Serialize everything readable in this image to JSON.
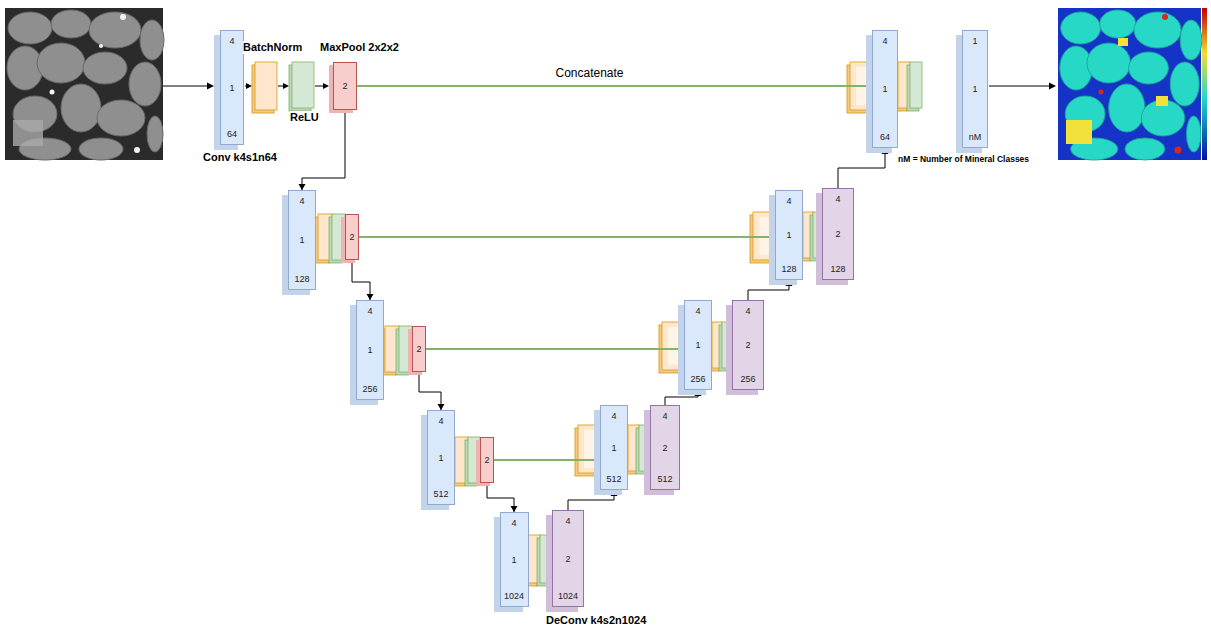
{
  "diagram": {
    "nodes": [
      {
        "text": [
          "4",
          "1",
          "64"
        ]
      },
      {
        "text": [
          "2"
        ]
      },
      {
        "text": [
          "4",
          "1",
          "128"
        ]
      },
      {
        "text": [
          "2"
        ]
      },
      {
        "text": [
          "4",
          "1",
          "256"
        ]
      },
      {
        "text": [
          "2"
        ]
      },
      {
        "text": [
          "4",
          "1",
          "512"
        ]
      },
      {
        "text": [
          "2"
        ]
      },
      {
        "text": [
          "4",
          "1",
          "1024"
        ]
      },
      {
        "text": [
          "4",
          "2",
          "1024"
        ]
      },
      {
        "text": [
          "4",
          "1",
          "512"
        ]
      },
      {
        "text": [
          "4",
          "2",
          "512"
        ]
      },
      {
        "text": [
          "4",
          "1",
          "256"
        ]
      },
      {
        "text": [
          "4",
          "2",
          "256"
        ]
      },
      {
        "text": [
          "4",
          "1",
          "128"
        ]
      },
      {
        "text": [
          "4",
          "2",
          "128"
        ]
      },
      {
        "text": [
          "4",
          "1",
          "64"
        ]
      },
      {
        "text": [
          "1",
          "1",
          "nM"
        ]
      }
    ],
    "edges": [
      {
        "from": 1,
        "to": 2,
        "arrow": "to"
      },
      {
        "from": 3,
        "to": 4,
        "arrow": "to"
      },
      {
        "from": 5,
        "to": 6,
        "arrow": "to"
      },
      {
        "from": 7,
        "to": 8,
        "arrow": "to"
      },
      {
        "from": 1,
        "to": 16,
        "label": "Concatenate",
        "arrow": "to"
      },
      {
        "from": 3,
        "to": 14,
        "arrow": "to"
      },
      {
        "from": 5,
        "to": 12,
        "arrow": "to"
      },
      {
        "from": 7,
        "to": 10,
        "arrow": "to"
      },
      {
        "from": 9,
        "to": 10,
        "arrow": "to"
      },
      {
        "from": 11,
        "to": 12,
        "arrow": "to"
      },
      {
        "from": 13,
        "to": 14,
        "arrow": "to"
      },
      {
        "from": 15,
        "to": 16,
        "arrow": "to"
      }
    ],
    "labels": [
      "BatchNorm",
      "ReLU",
      "MaxPool 2x2x2",
      "Conv k4s1n64",
      "nM = Number of Mineral Classes",
      "DeConv k4s2n1024"
    ]
  }
}
